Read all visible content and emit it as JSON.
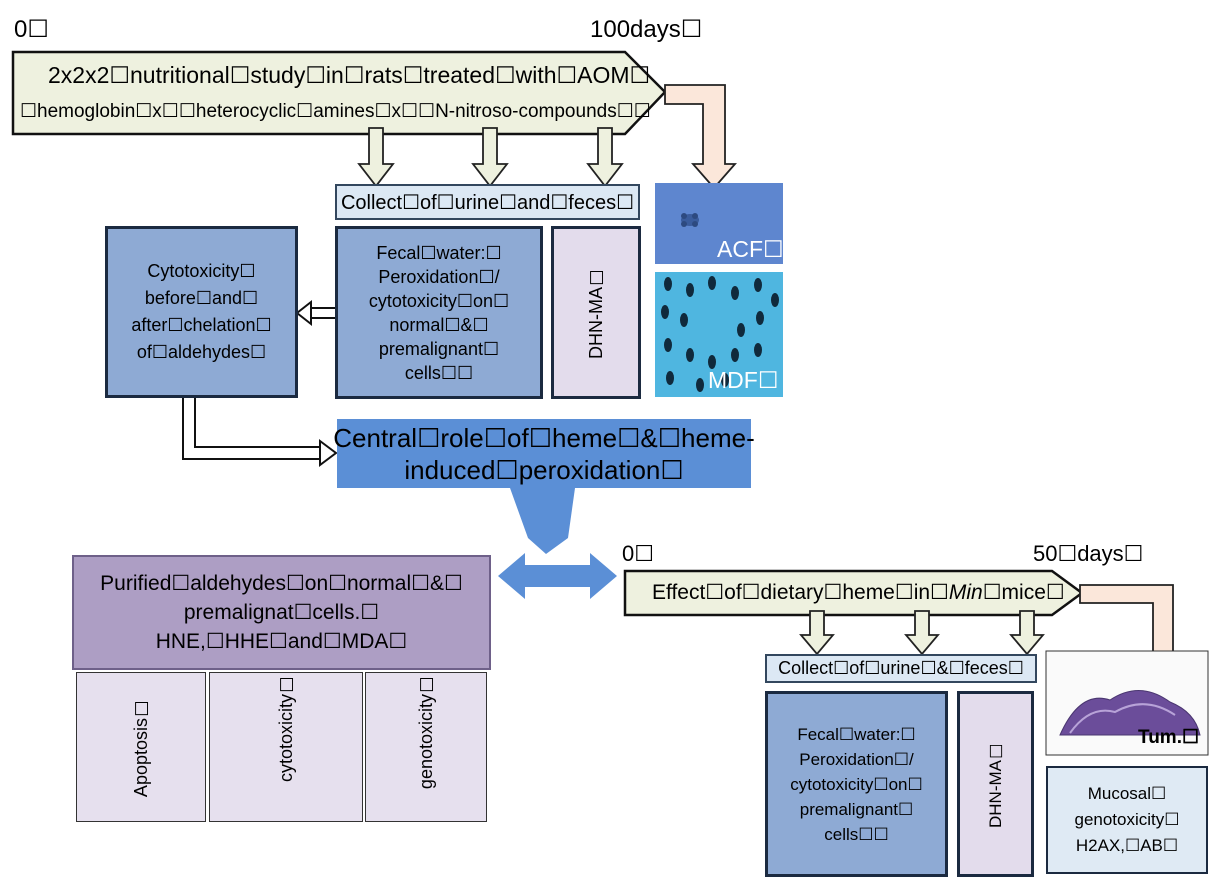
{
  "top_study": {
    "start_label": "0☐",
    "end_label": "100days☐",
    "line1": "2x2x2☐nutritional☐study☐in☐rats☐treated☐with☐AOM☐",
    "line2": "☐hemoglobin☐x☐☐heterocyclic☐amines☐x☐☐N-nitroso-compounds☐☐",
    "collect_label": "Collect☐of☐urine☐and☐feces☐",
    "fecal_water": "Fecal☐water:☐\nPeroxidation☐/\ncytotoxicity☐on☐\nnormal☐&☐\npremalignant☐\ncells☐☐",
    "dhn_ma": "DHN-MA☐",
    "cytotox_chelation": "Cytotoxicity☐\nbefore☐and☐\nafter☐chelation☐\nof☐aldehydes☐",
    "acf_label": "ACF☐",
    "mdf_label": "MDF☐"
  },
  "central": {
    "text": "Central☐role☐of☐heme☐&☐heme-\ninduced☐peroxidation☐",
    "color": "#5b8fd6"
  },
  "purified": {
    "text": "Purified☐aldehydes☐on☐normal☐&☐\npremalignat☐cells.☐\nHNE,☐HHE☐and☐MDA☐",
    "assays": [
      "Apoptosis☐",
      "cytotoxicity☐",
      "genotoxicity☐"
    ]
  },
  "min_study": {
    "start_label": "0☐",
    "end_label": "50☐days☐",
    "title_pre": "Effect☐of☐dietary☐heme☐in☐",
    "title_italic": "Min",
    "title_post": "☐mice☐",
    "collect_label": "Collect☐of☐urine☐&☐feces☐",
    "fecal_water": "Fecal☐water:☐\nPeroxidation☐/\ncytotoxicity☐on☐\npremalignant☐\ncells☐☐",
    "dhn_ma": "DHN-MA☐",
    "tum_label": "Tum.☐",
    "mucosal": "Mucosal☐\ngenotoxicity☐\nH2AX,☐AB☐"
  },
  "colors": {
    "study_arrow_fill": "#eef1df",
    "peach_arrow_fill": "#fbe7da",
    "blue_box": "#8eaad4",
    "lavender_box": "#e3dcec",
    "purple_box": "#ad9ec4",
    "double_arrow": "#5b8fd6"
  }
}
